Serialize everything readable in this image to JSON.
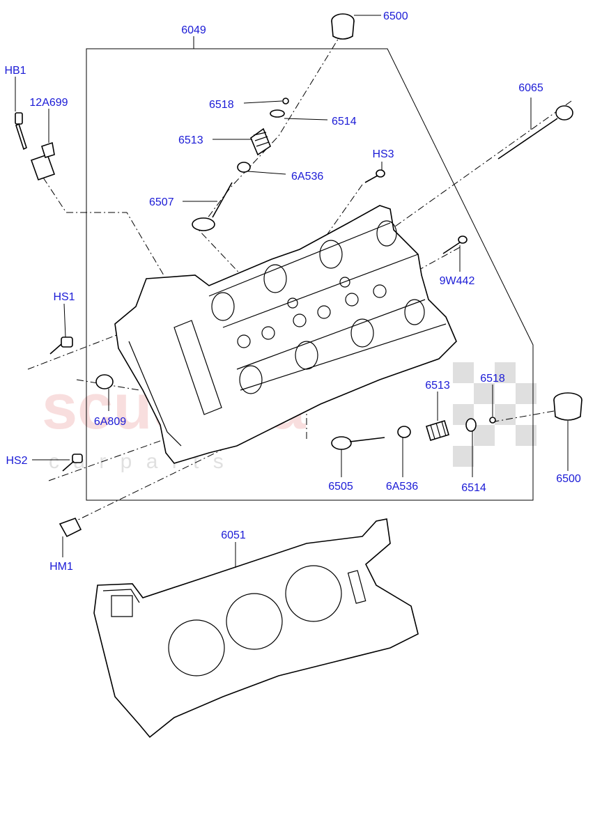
{
  "watermark": {
    "brand": "scuderia",
    "sub": "c a r   p a r t s"
  },
  "callouts": {
    "c6049": "6049",
    "c6500a": "6500",
    "cHB1": "HB1",
    "c12A699": "12A699",
    "c6518a": "6518",
    "c6514a": "6514",
    "c6513a": "6513",
    "c6A536a": "6A536",
    "c6507": "6507",
    "c6065": "6065",
    "cHS3": "HS3",
    "c9W442": "9W442",
    "cHS1": "HS1",
    "c6A809": "6A809",
    "c6513b": "6513",
    "c6518b": "6518",
    "cHS2": "HS2",
    "c6500b": "6500",
    "c6505": "6505",
    "c6A536b": "6A536",
    "c6514b": "6514",
    "cHM1": "HM1",
    "c6051": "6051"
  },
  "colors": {
    "callout": "#1a1ad6",
    "watermark": "#f2b8b8",
    "line": "#000000"
  }
}
